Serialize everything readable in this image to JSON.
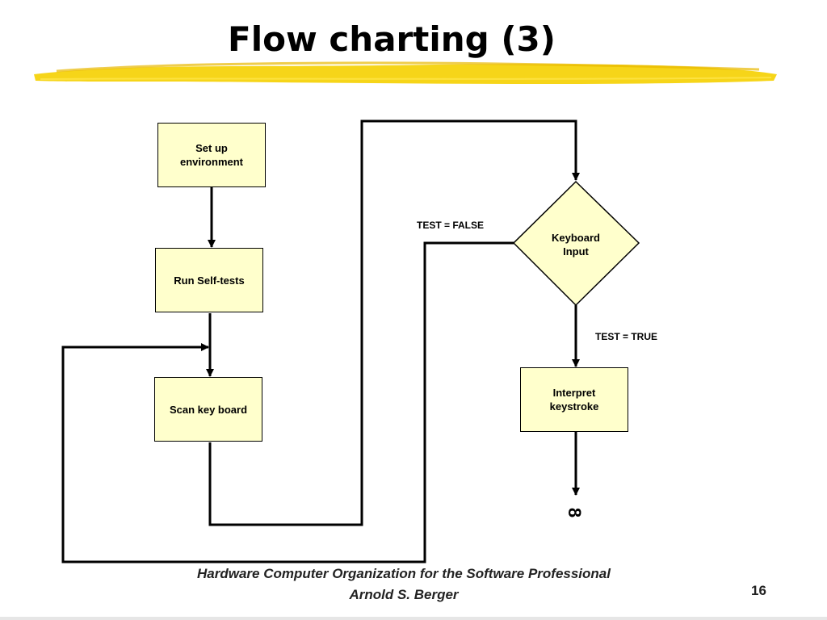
{
  "slide": {
    "title": "Flow charting (3)",
    "page_number": "16"
  },
  "footer": {
    "line1": "Hardware Computer Organization for the Software Professional",
    "line2": "Arnold S. Berger"
  },
  "flowchart": {
    "nodes": {
      "setup": "Set up\nenvironment",
      "selftests": "Run Self-tests",
      "scan": "Scan key board",
      "keyboard": "Keyboard\nInput",
      "interpret": "Interpret\nkeystroke"
    },
    "labels": {
      "false_branch": "TEST = FALSE",
      "true_branch": "TEST = TRUE",
      "terminal": "8"
    }
  },
  "colors": {
    "box_fill": "#FFFFCC",
    "highlight": "#F5D000"
  }
}
